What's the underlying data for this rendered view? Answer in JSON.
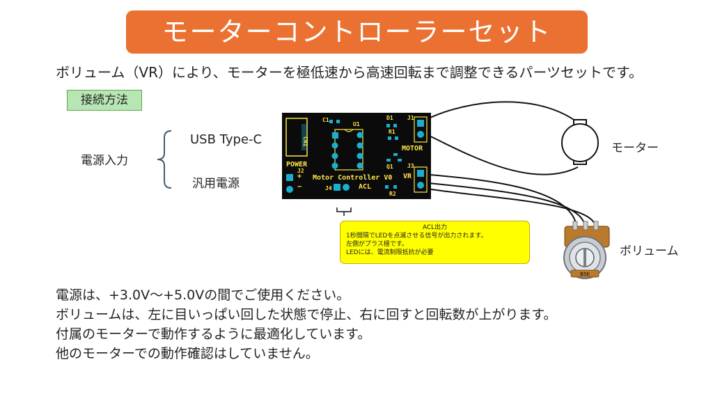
{
  "title": "モーターコントローラーセット",
  "intro": "ボリューム（VR）により、モーターを極低速から高速回転まで調整できるパーツセットです。",
  "method_label": "接続方法",
  "power_input": {
    "label": "電源入力",
    "option_usb": "USB Type-C",
    "option_general": "汎用電源"
  },
  "pcb": {
    "c1": "C1",
    "u1": "U1",
    "d1": "D1",
    "j1": "J1",
    "r1": "R1",
    "cn1": "CN1",
    "motor": "MOTOR",
    "power": "POWER",
    "j2": "J2",
    "q1": "Q1",
    "j3": "J3",
    "plus": "+",
    "minus": "−",
    "board_name": "Motor Controller V0",
    "vr": "VR",
    "j4": "J4",
    "acl": "ACL",
    "r2": "R2"
  },
  "motor_label": "モーター",
  "volume_label": "ボリューム",
  "volume_marking": "B5K",
  "acl_note": {
    "title": "ACL出力",
    "line1": "1秒間隔でLEDを点滅させる信号が出力されます。",
    "line2": "左側がプラス極です。",
    "line3": "LEDには、電流制限抵抗が必要"
  },
  "notes": [
    "電源は、+3.0V〜+5.0Vの間でご使用ください。",
    "ボリュームは、左に目いっぱい回した状態で停止、右に回すと回転数が上がります。",
    "付属のモーターで動作するように最適化しています。",
    "他のモーターでの動作確認はしていません。"
  ],
  "colors": {
    "title_bg": "#ea7132",
    "method_bg": "#b7e5b4",
    "pcb_bg": "#0b0b0b",
    "silk": "#ffe84a",
    "pad": "#19b0cf",
    "note_bg": "#ffff00"
  }
}
